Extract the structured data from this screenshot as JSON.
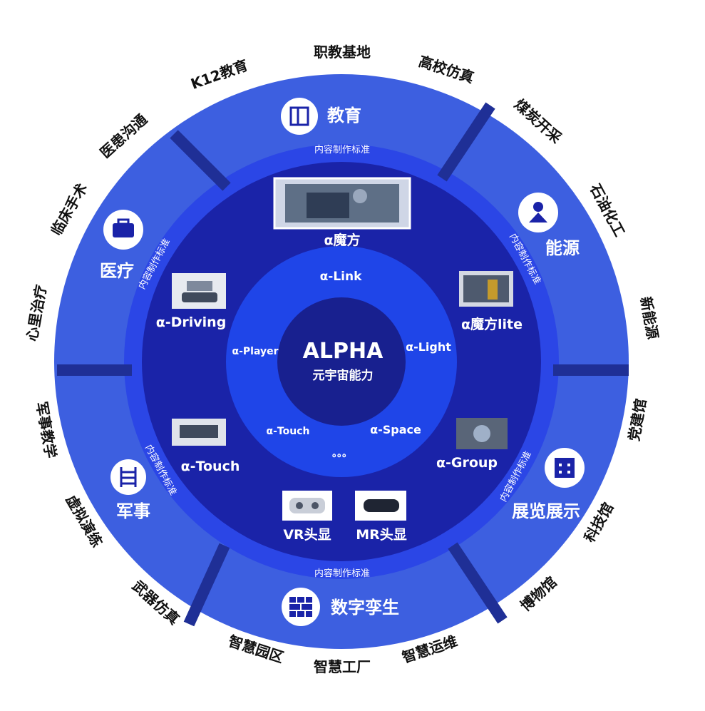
{
  "center": {
    "title": "ALPHA",
    "subtitle": "元宇宙能力"
  },
  "inner_ring": [
    "α-Link",
    "α-Light",
    "α-Space",
    "α-Touch",
    "α-Player",
    "。。。"
  ],
  "products": {
    "mofang": "α魔方",
    "mofang_lite": "α魔方lite",
    "driving": "α-Driving",
    "touch": "α-Touch",
    "group": "α-Group",
    "vr": "VR头显",
    "mr": "MR头显"
  },
  "content_standard": "内容制作标准",
  "sectors": {
    "education": "教育",
    "energy": "能源",
    "exhibition": "展览展示",
    "digital_twin": "数字孪生",
    "military": "军事",
    "medical": "医疗"
  },
  "outer_labels": {
    "zhijiao": "职教基地",
    "gaoxiao": "高校仿真",
    "meitan": "煤炭开采",
    "shiyou": "石油化工",
    "xinnengyuan": "新能源",
    "dangjian": "党建馆",
    "keji": "科技馆",
    "bowu": "博物馆",
    "yunwei": "智慧运维",
    "gongchang": "智慧工厂",
    "yuanqu": "智慧园区",
    "wuqi": "武器仿真",
    "yanlian": "虚拟演练",
    "junshi_jiaoxue": "军事教学",
    "xinli": "心里治疗",
    "linchuang": "临床手术",
    "yihuan": "医患沟通",
    "k12": "K12教育"
  },
  "colors": {
    "outer_ring": "#3d5fe0",
    "sector_divider": "#1f2f96",
    "middle_ring": "#1a23a8",
    "inner_ring": "#1f45e8",
    "center": "#18208f",
    "standard_band": "#2b46e6"
  }
}
